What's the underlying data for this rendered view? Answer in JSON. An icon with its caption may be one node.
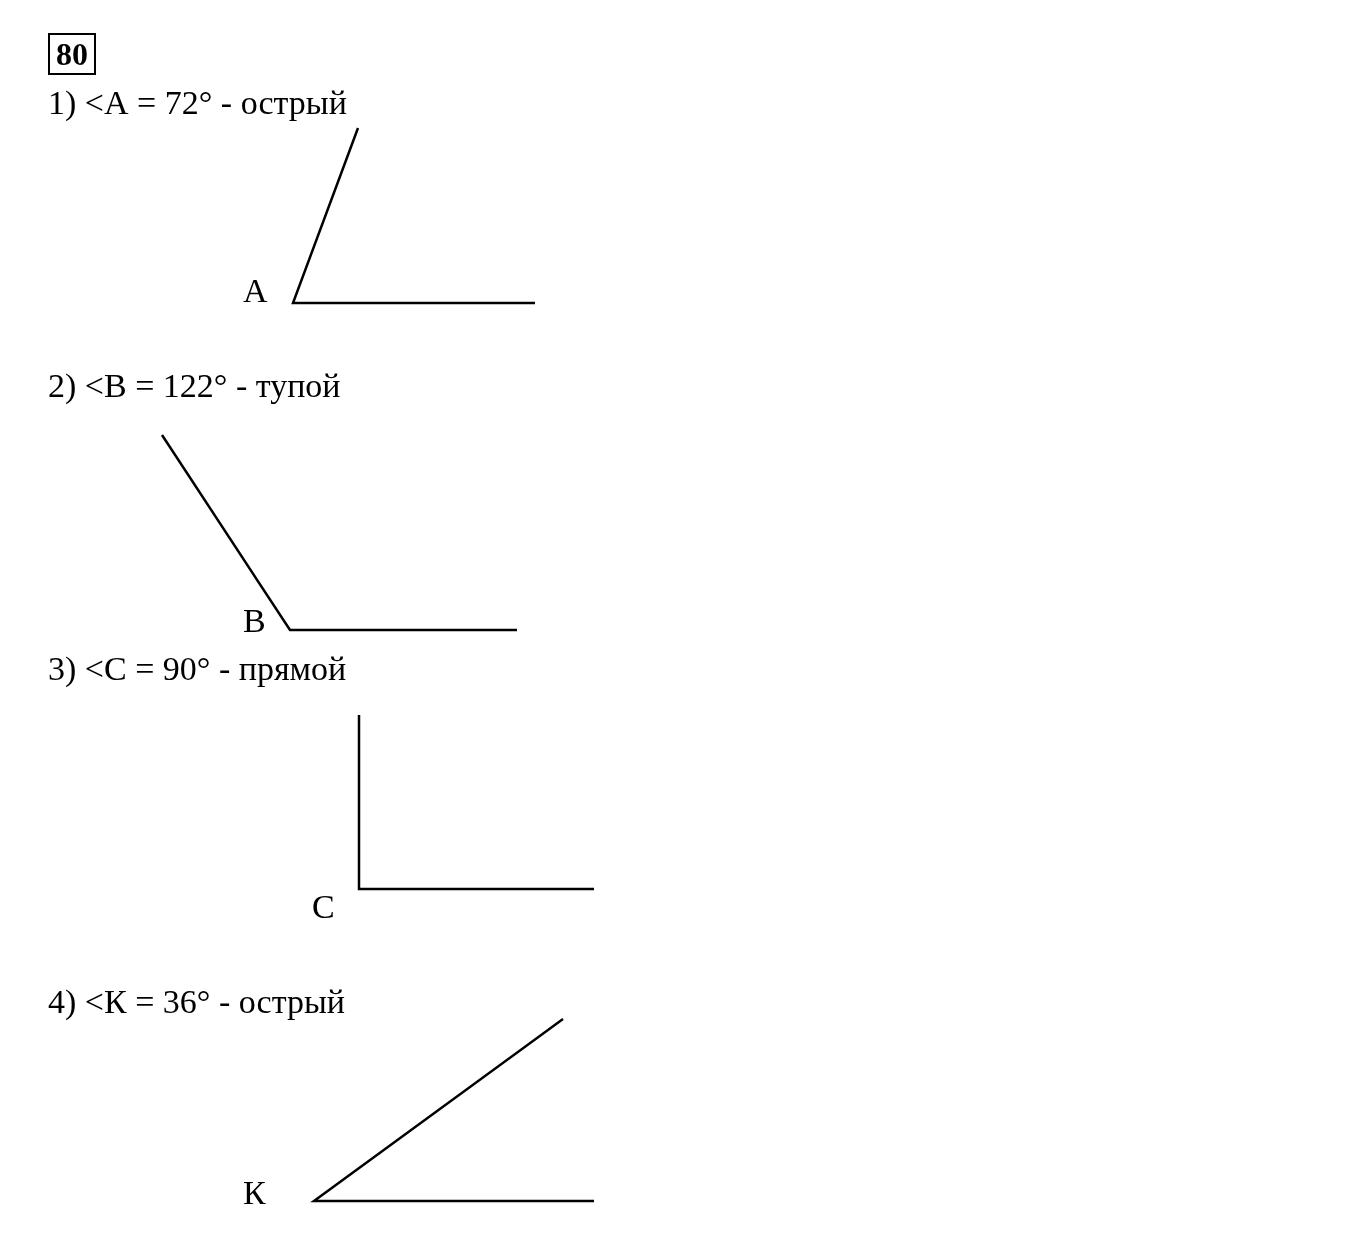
{
  "diagram": {
    "labels": [
      "80",
      "1) <А = 72° - острый",
      "А",
      "2) <В = 122° - тупой",
      "В",
      "3) <С = 90° - прямой",
      "С",
      "4) <К = 36° - острый",
      "К"
    ]
  }
}
